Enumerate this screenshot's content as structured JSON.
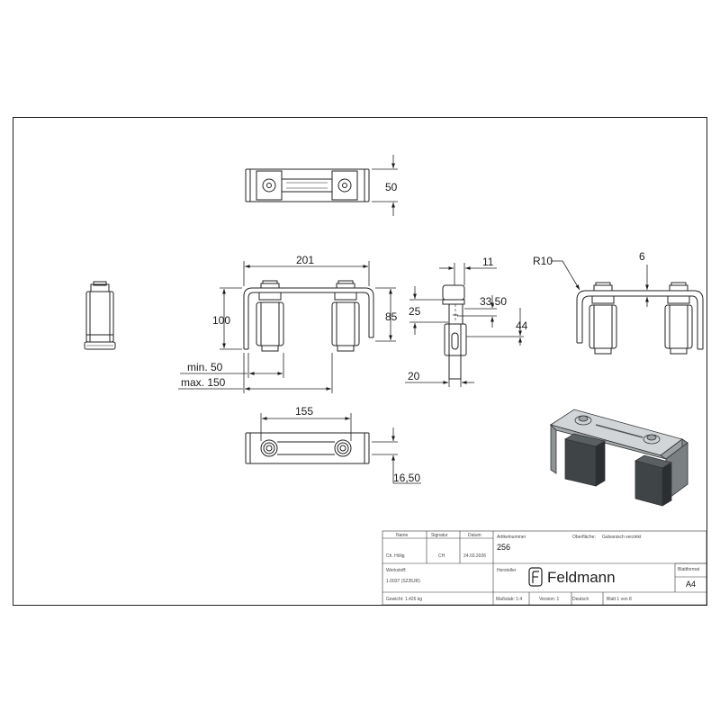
{
  "dimensions": {
    "top_height": "50",
    "overall_width": "201",
    "overall_height": "100",
    "inner_height": "85",
    "min_distance": "min. 50",
    "max_distance": "max. 150",
    "bolt_spacing": "155",
    "bottom_height": "16,50",
    "side_top": "11",
    "side_slot": "25",
    "side_offset": "33,50",
    "side_hole": "44",
    "side_width": "20",
    "radius": "R10",
    "thickness": "6"
  },
  "title_block": {
    "col_name": "Name",
    "col_signature": "Signatur",
    "col_date": "Datum",
    "drawn_name": "Ch. Hölig",
    "drawn_sig": "CH",
    "drawn_date": "24.03.2026",
    "article_label": "Artikelnummer",
    "article_value": "256",
    "surface_label": "Oberfläche:",
    "surface_value": "Galvanisch verzinkt",
    "material_label": "Werkstoff:",
    "material_value": "1.0037 (S235JR)",
    "manufacturer_label": "Hersteller",
    "brand": "Feldmann",
    "sheet_format_label": "Blattformat",
    "sheet_format_value": "A4",
    "weight": "Gewicht: 1.426 kg",
    "scale": "Maßstab: 1:4",
    "version": "Version: 1",
    "language": "Deutsch",
    "sheet": "Blatt 1 von 8"
  }
}
